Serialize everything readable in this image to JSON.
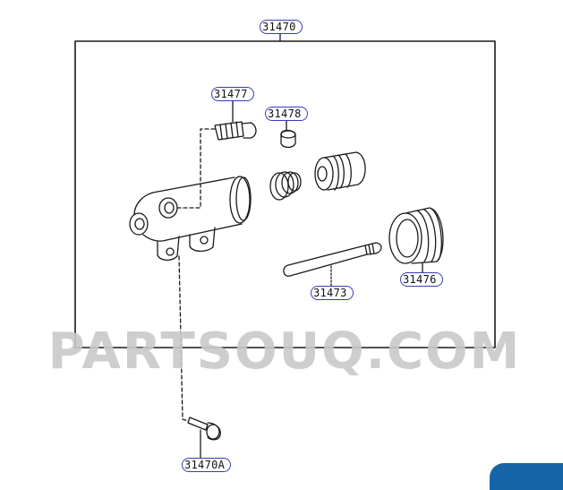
{
  "diagram": {
    "type": "exploded-parts-diagram",
    "assembly_part": "31470",
    "callouts": [
      {
        "id": "31470",
        "label": "31470"
      },
      {
        "id": "31477",
        "label": "31477"
      },
      {
        "id": "31478",
        "label": "31478"
      },
      {
        "id": "31473",
        "label": "31473"
      },
      {
        "id": "31476",
        "label": "31476"
      },
      {
        "id": "31470A",
        "label": "31470A"
      }
    ]
  },
  "watermark": {
    "text": "PARTSOUQ.COM"
  },
  "colors": {
    "callout_border": "#3b3bb8",
    "line": "#1a1a1a",
    "watermark": "#c9c9c9",
    "corner_button": "#1565a8"
  }
}
